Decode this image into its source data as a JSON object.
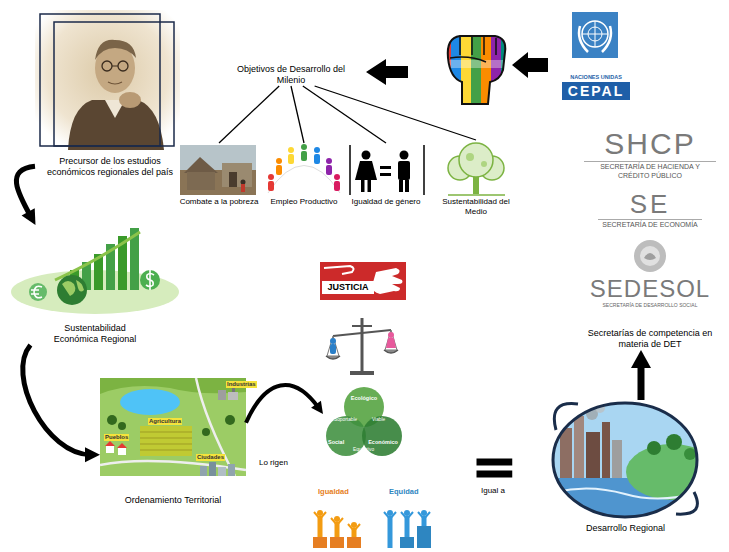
{
  "diagram": {
    "nodes": [
      {
        "text": [
          "Objetivos de Desarrollo del Milenio"
        ]
      },
      {
        "text": [
          "NACIONES UNIDAS",
          "CEPAL"
        ]
      },
      {
        "text": [
          "Precursor de los estudios económicos regionales del país"
        ]
      },
      {
        "text": [
          "Combate a la pobreza"
        ]
      },
      {
        "text": [
          "Empleo Productivo"
        ]
      },
      {
        "text": [
          "Igualdad de género"
        ]
      },
      {
        "text": [
          "Sustentabilidad del Medio"
        ]
      },
      {
        "text": [
          "Secretarías de competencia en materia de DET"
        ]
      },
      {
        "text": [
          "SHCP",
          "SECRETARÍA DE HACIENDA Y CRÉDITO PÚBLICO"
        ],
        "in": 7
      },
      {
        "text": [
          "SE",
          "SECRETARÍA DE ECONOMÍA"
        ],
        "in": 7
      },
      {
        "text": [
          "SEDESOL",
          "SECRETARÍA DE DESARROLLO SOCIAL"
        ],
        "in": 7
      },
      {
        "text": [
          "Sustentabilidad Económica Regional"
        ]
      },
      {
        "text": [
          "JUSTICIA"
        ]
      },
      {
        "text": [
          "Ordenamiento Territorial"
        ]
      },
      {
        "text": [
          "Ecológico",
          "Social",
          "Económico"
        ]
      },
      {
        "text": [
          "Desarrollo Regional"
        ]
      }
    ],
    "edges": [
      {
        "from": 0,
        "to": 3,
        "arrow": "none"
      },
      {
        "from": 0,
        "to": 4,
        "arrow": "none"
      },
      {
        "from": 0,
        "to": 5,
        "arrow": "none"
      },
      {
        "from": 0,
        "to": 6,
        "arrow": "none"
      },
      {
        "from": 2,
        "to": 11,
        "arrow": "to"
      },
      {
        "from": 11,
        "to": 13,
        "arrow": "to"
      },
      {
        "from": 13,
        "to": 14,
        "label": "Lo rigen",
        "arrow": "to"
      },
      {
        "from": 14,
        "to": 15,
        "label": "Igual a",
        "arrow": "none"
      },
      {
        "from": 15,
        "to": 7,
        "arrow": "to"
      }
    ],
    "labels": [
      "Industrias",
      "Agricultura",
      "Pueblos",
      "Ciudades",
      "Soportable",
      "Viable",
      "Equitativo",
      "Igualdad",
      "Equidad"
    ]
  }
}
